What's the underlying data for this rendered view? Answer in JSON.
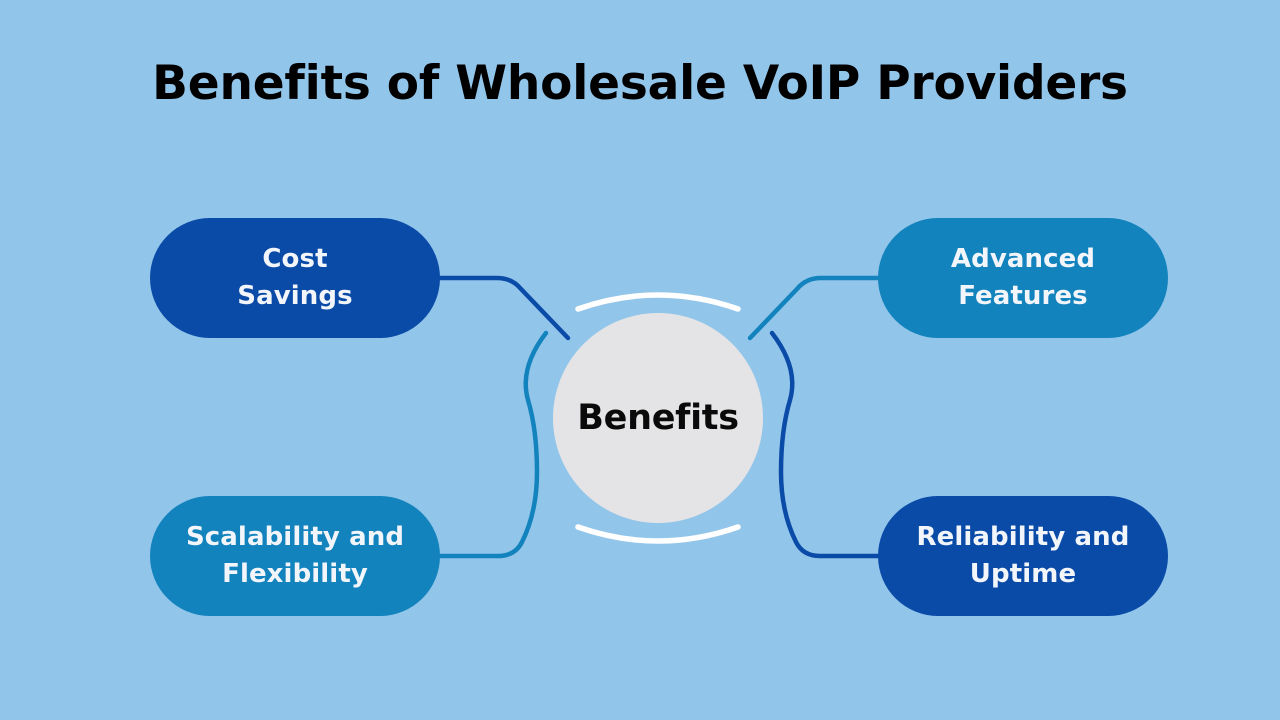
{
  "page": {
    "title": "Benefits of Wholesale VoIP Providers",
    "background_color": "#92c5ea"
  },
  "diagram": {
    "type": "mind-map",
    "center": {
      "label": "Benefits",
      "circle_color": "#e4e4e6",
      "text_color": "#0a0a0a",
      "ring_arc_color": "#ffffff"
    },
    "nodes": [
      {
        "id": "cost-savings",
        "label": "Cost\nSavings",
        "line1": "Cost",
        "line2": "Savings",
        "color": "#0b4ba8",
        "text_color": "#f2f6fb",
        "position": "top-left"
      },
      {
        "id": "advanced-features",
        "label": "Advanced\nFeatures",
        "line1": "Advanced",
        "line2": "Features",
        "color": "#1383bd",
        "text_color": "#f2f6fb",
        "position": "top-right"
      },
      {
        "id": "scalability-flexibility",
        "label": "Scalability and\nFlexibility",
        "line1": "Scalability and",
        "line2": "Flexibility",
        "color": "#1383bd",
        "text_color": "#f2f6fb",
        "position": "bottom-left"
      },
      {
        "id": "reliability-uptime",
        "label": "Reliability and\nUptime",
        "line1": "Reliability and",
        "line2": "Uptime",
        "color": "#0b4ba8",
        "text_color": "#f2f6fb",
        "position": "bottom-right"
      }
    ],
    "connectors": [
      {
        "from": "cost-savings",
        "to": "center",
        "color": "#0b4ba8"
      },
      {
        "from": "advanced-features",
        "to": "center",
        "color": "#1383bd"
      },
      {
        "from": "scalability-flexibility",
        "to": "center",
        "color": "#1383bd"
      },
      {
        "from": "reliability-uptime",
        "to": "center",
        "color": "#0b4ba8"
      }
    ]
  }
}
